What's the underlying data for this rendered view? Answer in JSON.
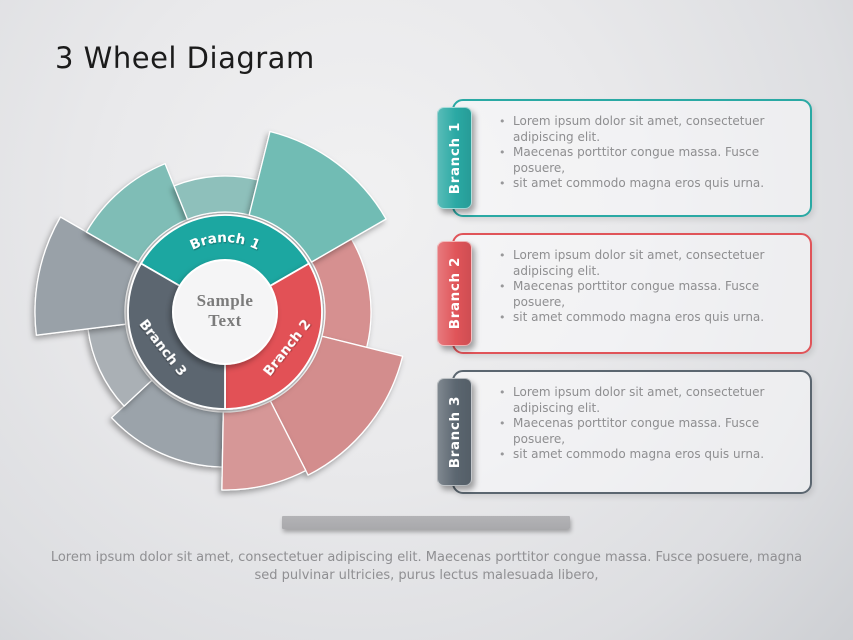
{
  "title": "3 Wheel Diagram",
  "wheel": {
    "center_label_line1": "Sample",
    "center_label_line2": "Text",
    "center_fill": "#f5f5f6",
    "center_text_color": "#7b7b7b",
    "branches": [
      {
        "label": "Branch 1",
        "color": "#1FA7A1",
        "sector": [
          -60,
          60
        ],
        "label_style": "arc",
        "label_rotation": 0,
        "petals": [
          {
            "start": -60,
            "end": -22,
            "radius": 160,
            "color": "#7FBDB6"
          },
          {
            "start": -22,
            "end": 14,
            "radius": 136,
            "color": "#8EC0BB"
          },
          {
            "start": 14,
            "end": 60,
            "radius": 186,
            "color": "#71BCB4"
          }
        ]
      },
      {
        "label": "Branch 2",
        "color": "#E25156",
        "sector": [
          60,
          180
        ],
        "label_style": "rotated",
        "label_rotation": -52,
        "petals": [
          {
            "start": 60,
            "end": 104,
            "radius": 146,
            "color": "#D69090"
          },
          {
            "start": 104,
            "end": 153,
            "radius": 183,
            "color": "#D38D8D"
          },
          {
            "start": 153,
            "end": 181,
            "radius": 178,
            "color": "#D69797"
          }
        ]
      },
      {
        "label": "Branch 3",
        "color": "#5B6670",
        "sector": [
          180,
          300
        ],
        "label_style": "rotated",
        "label_rotation": 52,
        "petals": [
          {
            "start": 181,
            "end": 227,
            "radius": 155,
            "color": "#9BA3AA"
          },
          {
            "start": 227,
            "end": 263,
            "radius": 138,
            "color": "#AAB0B5"
          },
          {
            "start": 263,
            "end": 300,
            "radius": 190,
            "color": "#99A1A8"
          }
        ]
      }
    ]
  },
  "panels": [
    {
      "label": "Branch 1",
      "color": "#2AA9A4",
      "bullets": [
        "Lorem ipsum dolor sit amet, consectetuer adipiscing elit.",
        "Maecenas porttitor congue massa. Fusce posuere,",
        "sit amet commodo magna eros quis urna."
      ]
    },
    {
      "label": "Branch 2",
      "color": "#E05459",
      "bullets": [
        "Lorem ipsum dolor sit amet, consectetuer adipiscing elit.",
        "Maecenas porttitor congue massa. Fusce posuere,",
        "sit amet commodo magna eros quis urna."
      ]
    },
    {
      "label": "Branch 3",
      "color": "#5B6670",
      "bullets": [
        "Lorem ipsum dolor sit amet, consectetuer adipiscing elit.",
        "Maecenas porttitor congue massa. Fusce posuere,",
        "sit amet commodo magna eros quis urna."
      ]
    }
  ],
  "divider_color": "#b3b3b6",
  "footer": "Lorem ipsum dolor sit amet, consectetuer adipiscing elit. Maecenas porttitor congue massa. Fusce posuere, magna sed pulvinar ultricies, purus lectus malesuada libero,"
}
